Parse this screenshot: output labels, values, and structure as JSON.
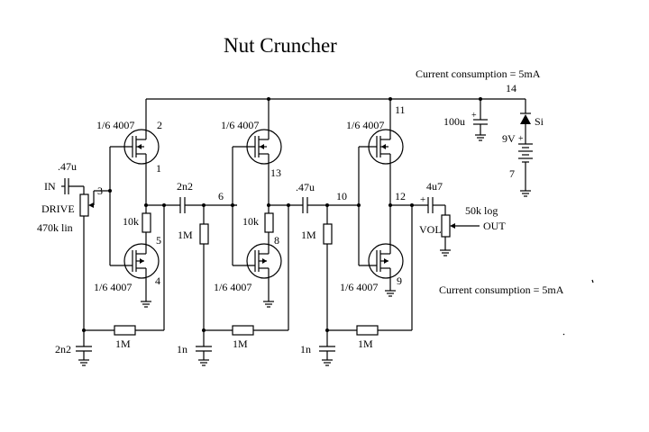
{
  "title": "Nut Cruncher",
  "notes": {
    "current_top": "Current consumption = 5mA",
    "current_bottom": "Current consumption = 5mA"
  },
  "pins": {
    "p1": "1",
    "p2": "2",
    "p3": "3",
    "p4": "4",
    "p5": "5",
    "p6": "6",
    "p7": "7",
    "p8": "8",
    "p9": "9",
    "p10": "10",
    "p11": "11",
    "p12": "12",
    "p13": "13",
    "p14": "14"
  },
  "parts": {
    "mos_1": "1/6 4007",
    "mos_2": "1/6 4007",
    "mos_3": "1/6 4007",
    "mos_4": "1/6 4007",
    "mos_5": "1/6 4007",
    "mos_6": "1/6 4007",
    "cap_in": ".47u",
    "in_label": "IN",
    "drive_label": "DRIVE",
    "drive_value": "470k lin",
    "res_10k_1": "10k",
    "res_10k_2": "10k",
    "cap_2n2": "2n2",
    "res_1m_a": "1M",
    "cap_47u": ".47u",
    "res_1m_b": "1M",
    "cap_4u7": "4u7",
    "pot_vol_value": "50k log",
    "vol_label": "VOL",
    "out_label": "OUT",
    "cap_100u": "100u",
    "diode_si": "Si",
    "battery": "9V",
    "cap_gnd_1": "2n2",
    "cap_gnd_2": "1n",
    "cap_gnd_3": "1n",
    "fb_1": "1M",
    "fb_2": "1M",
    "fb_3": "1M"
  }
}
